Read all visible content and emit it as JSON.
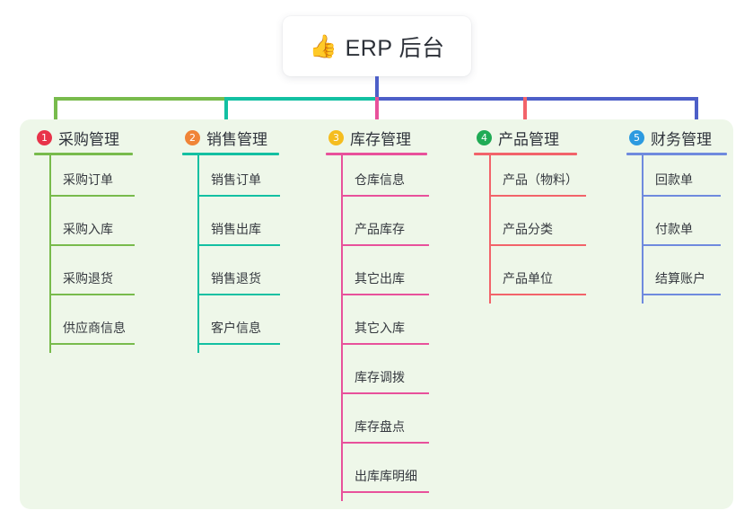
{
  "root": {
    "icon": "thumbs-up-icon",
    "icon_glyph": "👍",
    "title": "ERP 后台",
    "connector_color": "#4d5fc8"
  },
  "panel": {
    "background": "#eef7e9"
  },
  "connector_segments": [
    {
      "name": "segment-green",
      "color": "#78bb4c"
    },
    {
      "name": "segment-teal",
      "color": "#13c0a2"
    },
    {
      "name": "segment-blue",
      "color": "#4d5fc8"
    }
  ],
  "columns": [
    {
      "number": "1",
      "badge_color": "#e8334a",
      "accent": "#78bb4c",
      "title": "采购管理",
      "items": [
        "采购订单",
        "采购入库",
        "采购退货",
        "供应商信息"
      ]
    },
    {
      "number": "2",
      "badge_color": "#f08437",
      "accent": "#13c0a2",
      "title": "销售管理",
      "items": [
        "销售订单",
        "销售出库",
        "销售退货",
        "客户信息"
      ]
    },
    {
      "number": "3",
      "badge_color": "#f5bd1f",
      "accent": "#e8519b",
      "title": "库存管理",
      "items": [
        "仓库信息",
        "产品库存",
        "其它出库",
        "其它入库",
        "库存调拨",
        "库存盘点",
        "出库库明细"
      ]
    },
    {
      "number": "4",
      "badge_color": "#20ab55",
      "accent": "#f2636a",
      "title": "产品管理",
      "items": [
        "产品（物料）",
        "产品分类",
        "产品单位"
      ]
    },
    {
      "number": "5",
      "badge_color": "#2c9ae0",
      "accent": "#6f8ade",
      "title": "财务管理",
      "items": [
        "回款单",
        "付款单",
        "结算账户"
      ]
    }
  ]
}
